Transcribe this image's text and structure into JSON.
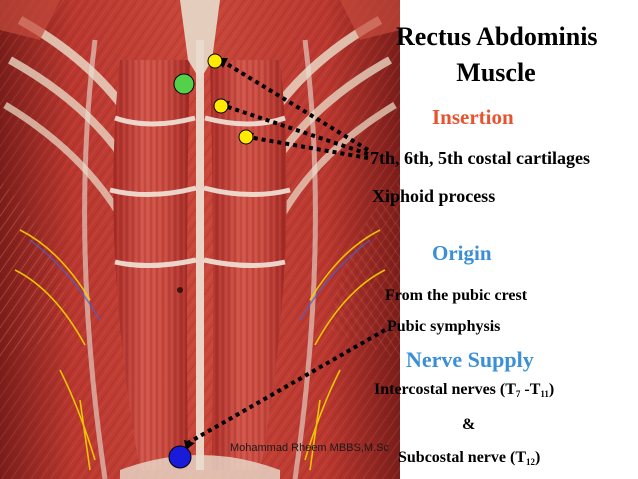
{
  "title": {
    "line1": "Rectus Abdominis",
    "line2": "Muscle"
  },
  "insertion": {
    "heading": "Insertion",
    "items": [
      "7th, 6th, 5th costal cartilages",
      "Xiphoid process"
    ]
  },
  "origin": {
    "heading": "Origin",
    "items": [
      "From the pubic crest",
      "Pubic symphysis"
    ]
  },
  "nerve_supply": {
    "heading": "Nerve Supply",
    "line1_prefix": "Intercostal nerves (T",
    "line1_sub1": "7",
    "line1_mid": " -T",
    "line1_sub2": "11",
    "line1_suffix": ")",
    "ampersand": "&",
    "line2_prefix": "Subcostal nerve (T",
    "line2_sub": "12",
    "line2_suffix": ")"
  },
  "author_credit": "Mohammad Rheem MBBS,M.Sc",
  "colors": {
    "insertion_heading": "#e8522e",
    "origin_heading": "#3b8fd6",
    "nerve_heading": "#3b8fd6",
    "yellow_marker": "#ffea00",
    "green_marker": "#55d04a",
    "blue_marker": "#1a1adb",
    "muscle": "#b8332d"
  }
}
